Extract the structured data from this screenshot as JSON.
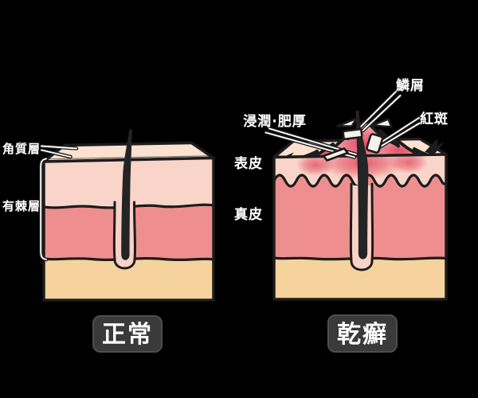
{
  "left": {
    "caption": "正常",
    "corneum": "角質層",
    "spinosum": "有棘層"
  },
  "middle": {
    "epidermis": "表皮",
    "dermis": "真皮"
  },
  "right": {
    "caption": "乾癬",
    "scales": "鱗屑",
    "erythema": "紅斑",
    "infiltration": "浸潤·肥厚"
  },
  "colors": {
    "background": "#000000",
    "skin_top": "#FBE1D0",
    "epidermis": "#F9D4C8",
    "dermis": "#EF8E8F",
    "subcutis": "#F6D39C",
    "follicle": "#F8D2C7",
    "plaque_pink": "#F2A2A7",
    "erythema_red": "#E0485E",
    "scale_white": "#F7F0EB",
    "outline": "#1C1C1C",
    "hair": "#242424",
    "caption_bg": "#3A3A3A",
    "caption_border": "#4E4E4E",
    "caption_text": "#FFFFFF",
    "label_text": "#FFFFFF"
  }
}
